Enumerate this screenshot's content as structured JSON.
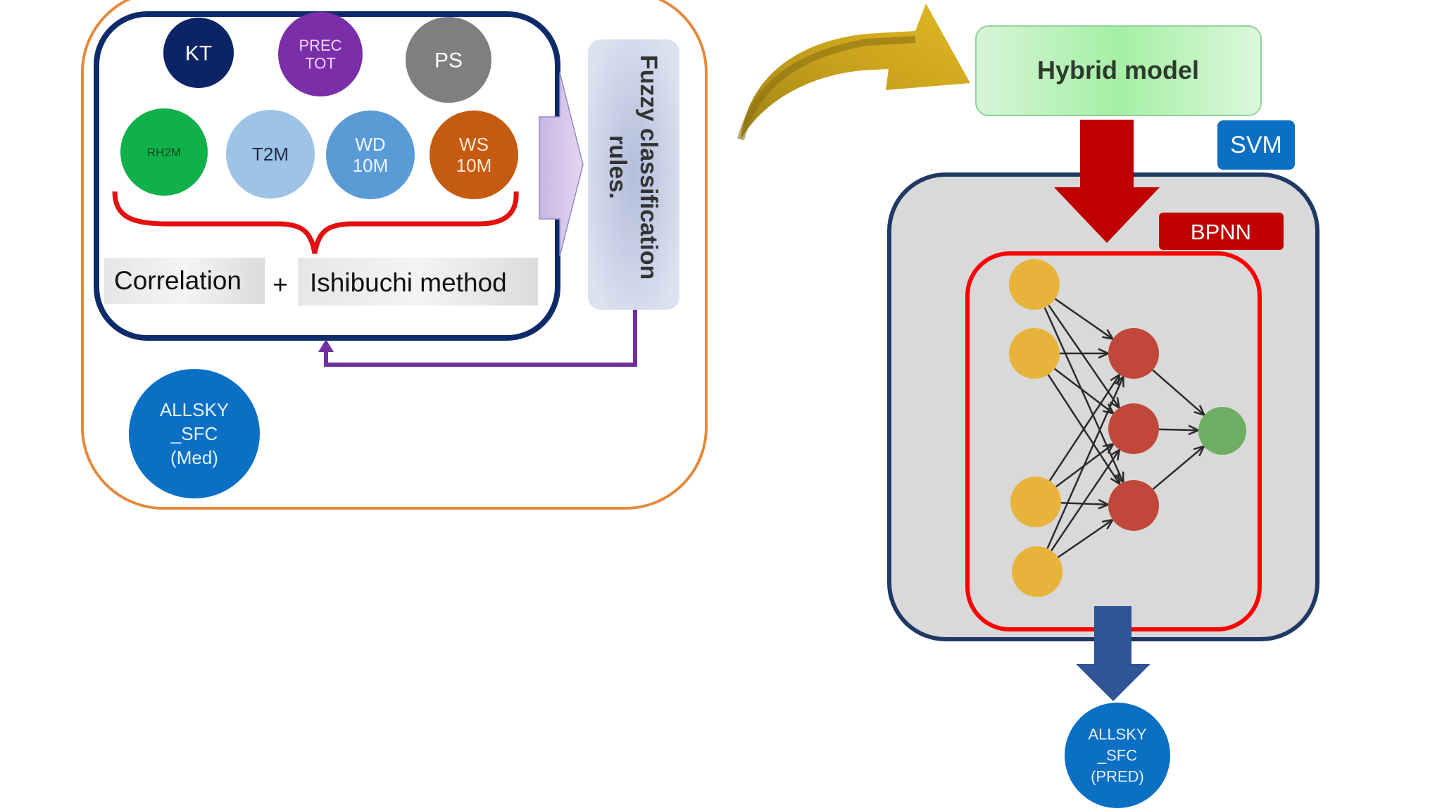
{
  "feature_selection": {
    "variables": [
      {
        "id": "kt",
        "lines": [
          "KT"
        ],
        "color": "#0b2466",
        "text_color": "#ffffff"
      },
      {
        "id": "prectot",
        "lines": [
          "PREC",
          "TOT"
        ],
        "color": "#7a2fa8",
        "text_color": "#f3d9ff"
      },
      {
        "id": "ps",
        "lines": [
          "PS"
        ],
        "color": "#7f7f7f",
        "text_color": "#ffffff"
      },
      {
        "id": "rh2m",
        "lines": [
          "RH2M"
        ],
        "color": "#10b04a",
        "text_color": "#0c4a1f"
      },
      {
        "id": "t2m",
        "lines": [
          "T2M"
        ],
        "color": "#9dc3e6",
        "text_color": "#1f2a44"
      },
      {
        "id": "wd10m",
        "lines": [
          "WD",
          "10M"
        ],
        "color": "#5b9bd5",
        "text_color": "#eef6ff"
      },
      {
        "id": "ws10m",
        "lines": [
          "WS",
          "10M"
        ],
        "color": "#c55a11",
        "text_color": "#ffe8d6"
      }
    ],
    "method_left": "Correlation",
    "plus": "+",
    "method_right": "Ishibuchi method",
    "fuzzy_rules_label": "Fuzzy classification rules.",
    "fuzzy_rules_line1": "Fuzzy classification",
    "fuzzy_rules_line2": "rules.",
    "target": {
      "lines": [
        "ALLSKY",
        "_SFC",
        "(Med)"
      ],
      "color": "#0b6fc4"
    }
  },
  "hybrid": {
    "title": "Hybrid model",
    "svm_badge": "SVM",
    "bpnn_badge": "BPNN",
    "network": {
      "layers": [
        {
          "name": "input",
          "nodes": 4,
          "color": "#e8b33a"
        },
        {
          "name": "hidden",
          "nodes": 3,
          "color": "#c0473a"
        },
        {
          "name": "output",
          "nodes": 1,
          "color": "#6fae62"
        }
      ]
    },
    "output": {
      "lines": [
        "ALLSKY",
        "_SFC",
        "(PRED)"
      ],
      "color": "#0b6fc4"
    }
  },
  "colors": {
    "outer_border": "#e38a3e",
    "inner_border": "#0d2a6b",
    "brace": "#e31010",
    "feedback": "#7030a0",
    "red_arrow": "#c00000",
    "blue_arrow": "#2f5597",
    "gold_arrow": "#d4ad1c",
    "svm": "#0b6fc4",
    "bpnn": "#c00000"
  }
}
